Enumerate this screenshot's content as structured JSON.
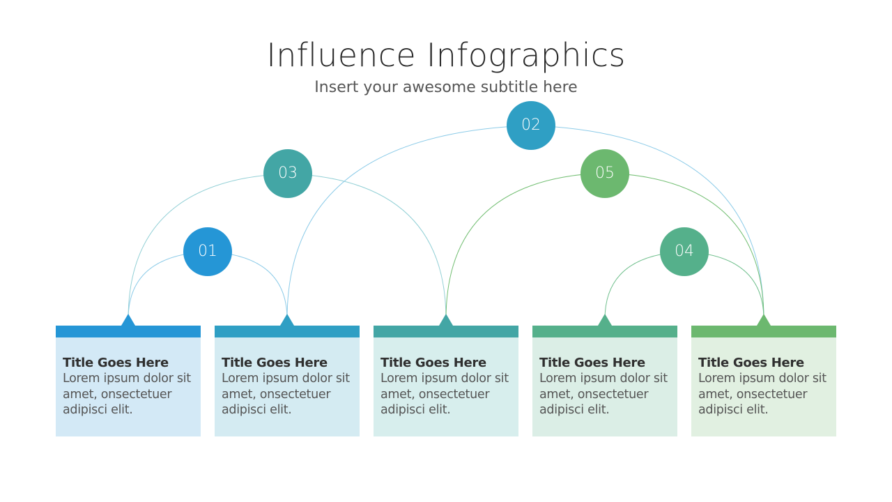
{
  "header": {
    "title": "Influence Infographics",
    "subtitle": "Insert your awesome subtitle here"
  },
  "nodes": [
    {
      "label": "01",
      "color": "#2596d6"
    },
    {
      "label": "02",
      "color": "#2f9fc4"
    },
    {
      "label": "03",
      "color": "#43a6a5"
    },
    {
      "label": "04",
      "color": "#55b08b"
    },
    {
      "label": "05",
      "color": "#6cb86f"
    }
  ],
  "cards": [
    {
      "title": "Title Goes Here",
      "text": "Lorem ipsum dolor sit amet, onsectetuer adipisci elit.",
      "accent": "#2596d6",
      "fill": "#d3e9f6"
    },
    {
      "title": "Title Goes Here",
      "text": "Lorem ipsum dolor sit amet, onsectetuer adipisci elit.",
      "accent": "#2f9fc4",
      "fill": "#d4ebf2"
    },
    {
      "title": "Title Goes Here",
      "text": "Lorem ipsum dolor sit amet, onsectetuer adipisci elit.",
      "accent": "#43a6a5",
      "fill": "#d7eeed"
    },
    {
      "title": "Title Goes Here",
      "text": "Lorem ipsum dolor sit amet, onsectetuer adipisci elit.",
      "accent": "#55b08b",
      "fill": "#dbeee6"
    },
    {
      "title": "Title Goes Here",
      "text": "Lorem ipsum dolor sit amet, onsectetuer adipisci elit.",
      "accent": "#6cb86f",
      "fill": "#e1f0e1"
    }
  ],
  "connections": [
    {
      "node": "01",
      "from_card": 1,
      "to_card": 2,
      "color": "#8ccbe8"
    },
    {
      "node": "03",
      "from_card": 1,
      "to_card": 3,
      "color": "#93d0d6"
    },
    {
      "node": "02",
      "from_card": 2,
      "to_card": 5,
      "color": "#8ccbe8"
    },
    {
      "node": "05",
      "from_card": 3,
      "to_card": 5,
      "color": "#74bf74"
    },
    {
      "node": "04",
      "from_card": 4,
      "to_card": 5,
      "color": "#6fbf8c"
    }
  ]
}
